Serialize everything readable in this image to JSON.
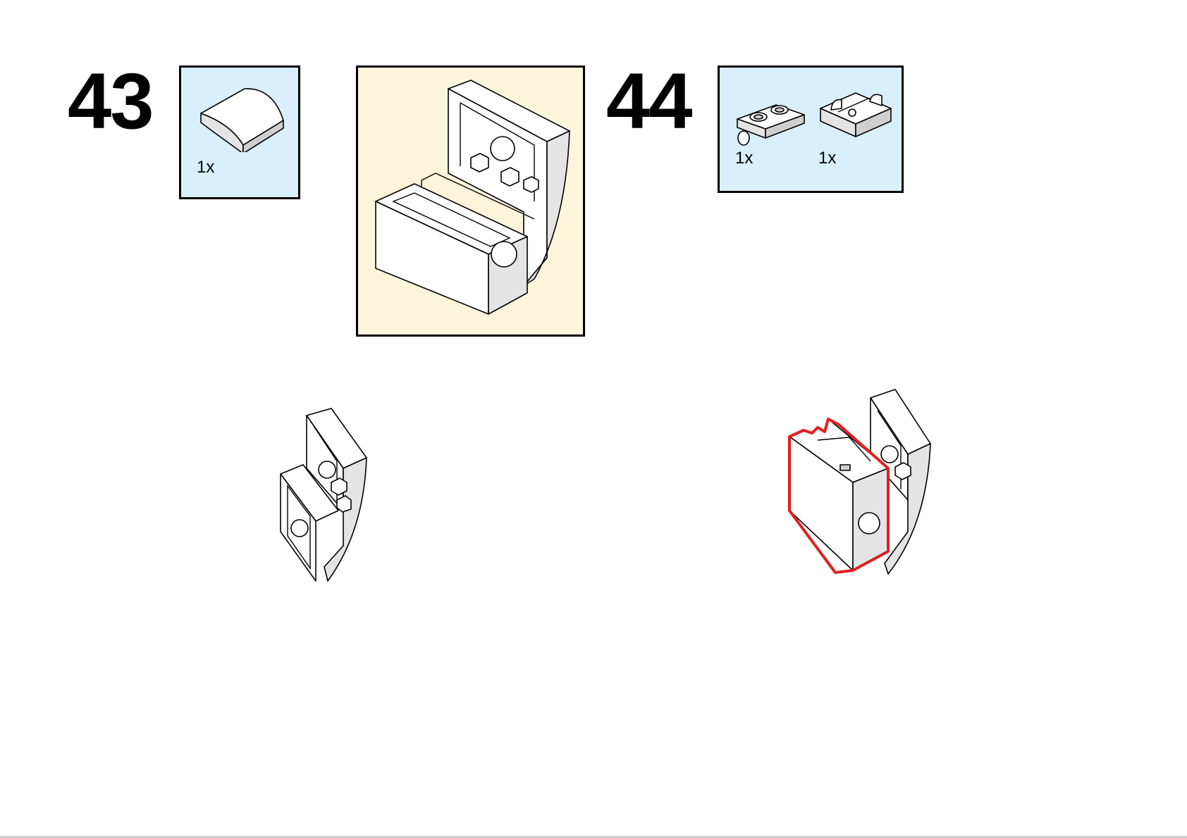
{
  "steps": [
    {
      "number": "43",
      "parts": [
        {
          "quantity": "1x",
          "part": "curved-slope-1x2-icon"
        }
      ]
    },
    {
      "number": "44",
      "parts": [
        {
          "quantity": "1x",
          "part": "plate-1x2-with-side-studs-icon"
        },
        {
          "quantity": "1x",
          "part": "hinge-plate-icon"
        }
      ]
    }
  ],
  "highlight_color": "#e02020",
  "parts_box_color": "#d9effc",
  "subassembly_box_color": "#fdf4dc"
}
